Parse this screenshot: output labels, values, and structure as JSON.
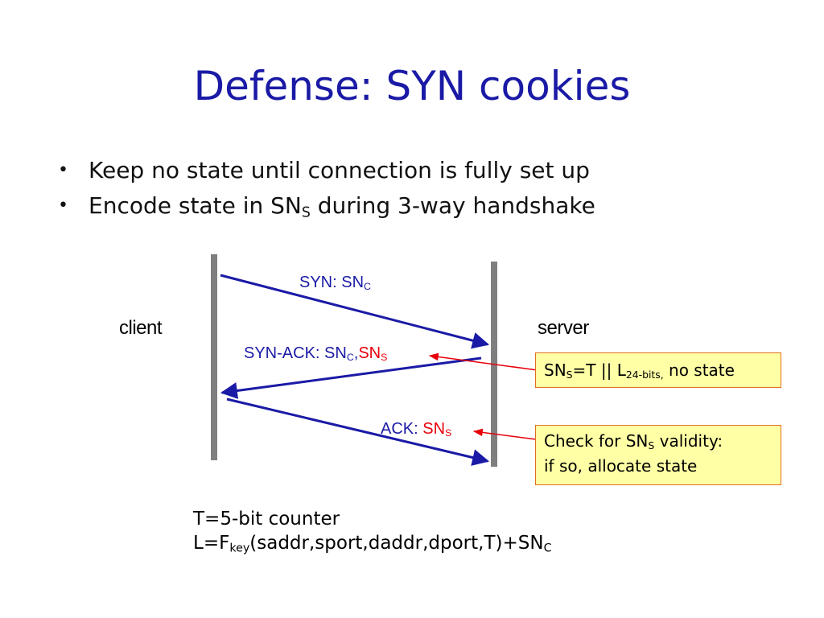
{
  "slide": {
    "title": "Defense: SYN cookies"
  },
  "bullets": [
    {
      "text": "Keep no state until connection is fully set up"
    },
    {
      "text_before": "Encode state in SN",
      "sub": "S",
      "text_after": " during 3-way handshake"
    }
  ],
  "bullet_glyph": "•",
  "diagram": {
    "client_label": "client",
    "server_label": "server",
    "messages": {
      "syn": {
        "prefix": "SYN: SN",
        "sub": "C"
      },
      "synack": {
        "prefix": "SYN-ACK: SN",
        "sub1": "C",
        "sep": ",",
        "red_prefix": "SN",
        "sub2": "S"
      },
      "ack": {
        "prefix": "ACK: ",
        "red_prefix": "SN",
        "sub": "S"
      }
    },
    "notes": {
      "sns_def": {
        "a": "SN",
        "a_sub": "S",
        "b": "=T || L",
        "b_sub": "24-bits,",
        "c": " no state"
      },
      "check": {
        "line1_a": "Check for SN",
        "line1_sub": "S",
        "line1_b": " validity:",
        "line2": "if so, allocate state"
      }
    }
  },
  "formula": {
    "line1": "T=5-bit counter",
    "line2_a": "L=F",
    "line2_sub": "key",
    "line2_b": "(saddr,sport,daddr,dport,T)+SN",
    "line2_sub2": "C"
  },
  "colors": {
    "title": "#1a1aa6",
    "arrow": "#1a1aa6",
    "highlight": "#e8000b",
    "timeline": "#7f7f7f",
    "note_fill": "#ffffa6",
    "note_border": "#e07020"
  }
}
